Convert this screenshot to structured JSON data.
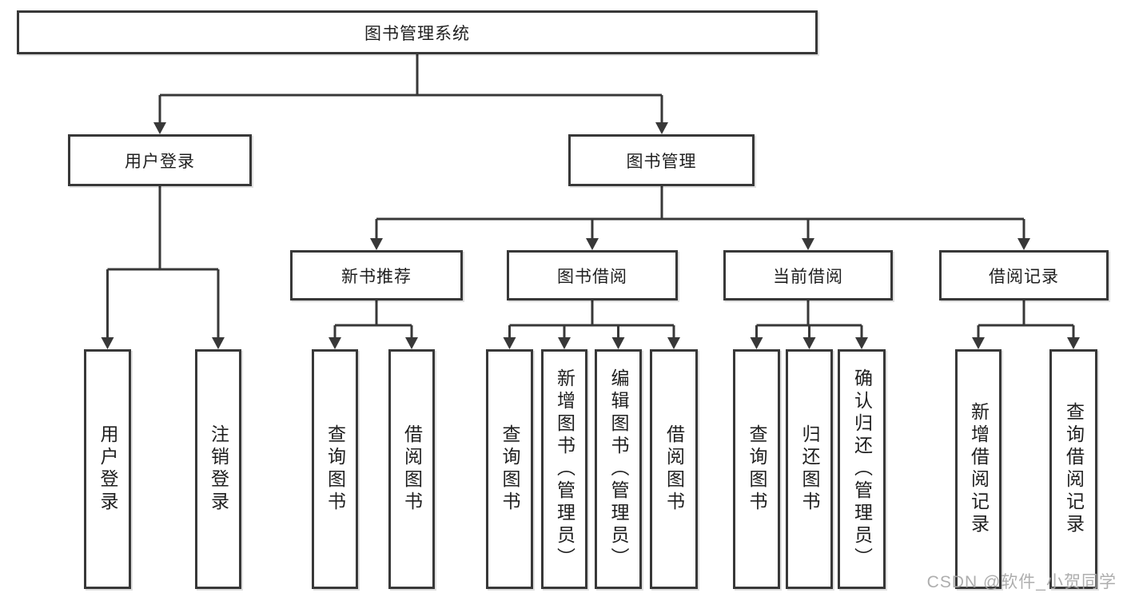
{
  "root": {
    "label": "图书管理系统"
  },
  "level2": [
    {
      "label": "用户登录"
    },
    {
      "label": "图书管理"
    }
  ],
  "level3": [
    {
      "label": "新书推荐"
    },
    {
      "label": "图书借阅"
    },
    {
      "label": "当前借阅"
    },
    {
      "label": "借阅记录"
    }
  ],
  "leaves": {
    "user_login": [
      {
        "label": "用户登录"
      },
      {
        "label": "注销登录"
      }
    ],
    "new_book": [
      {
        "label": "查询图书"
      },
      {
        "label": "借阅图书"
      }
    ],
    "borrow": [
      {
        "label": "查询图书"
      },
      {
        "label": "新增图书（管理员）"
      },
      {
        "label": "编辑图书（管理员）"
      },
      {
        "label": "借阅图书"
      }
    ],
    "current": [
      {
        "label": "查询图书"
      },
      {
        "label": "归还图书"
      },
      {
        "label": "确认归还（管理员）"
      }
    ],
    "record": [
      {
        "label": "新增借阅记录"
      },
      {
        "label": "查询借阅记录"
      }
    ]
  },
  "watermark": "CSDN @软件_小贺同学",
  "colors": {
    "line": "#383838",
    "text": "#1f1f1f",
    "watermark": "#a5a5a5",
    "background": "#ffffff"
  }
}
